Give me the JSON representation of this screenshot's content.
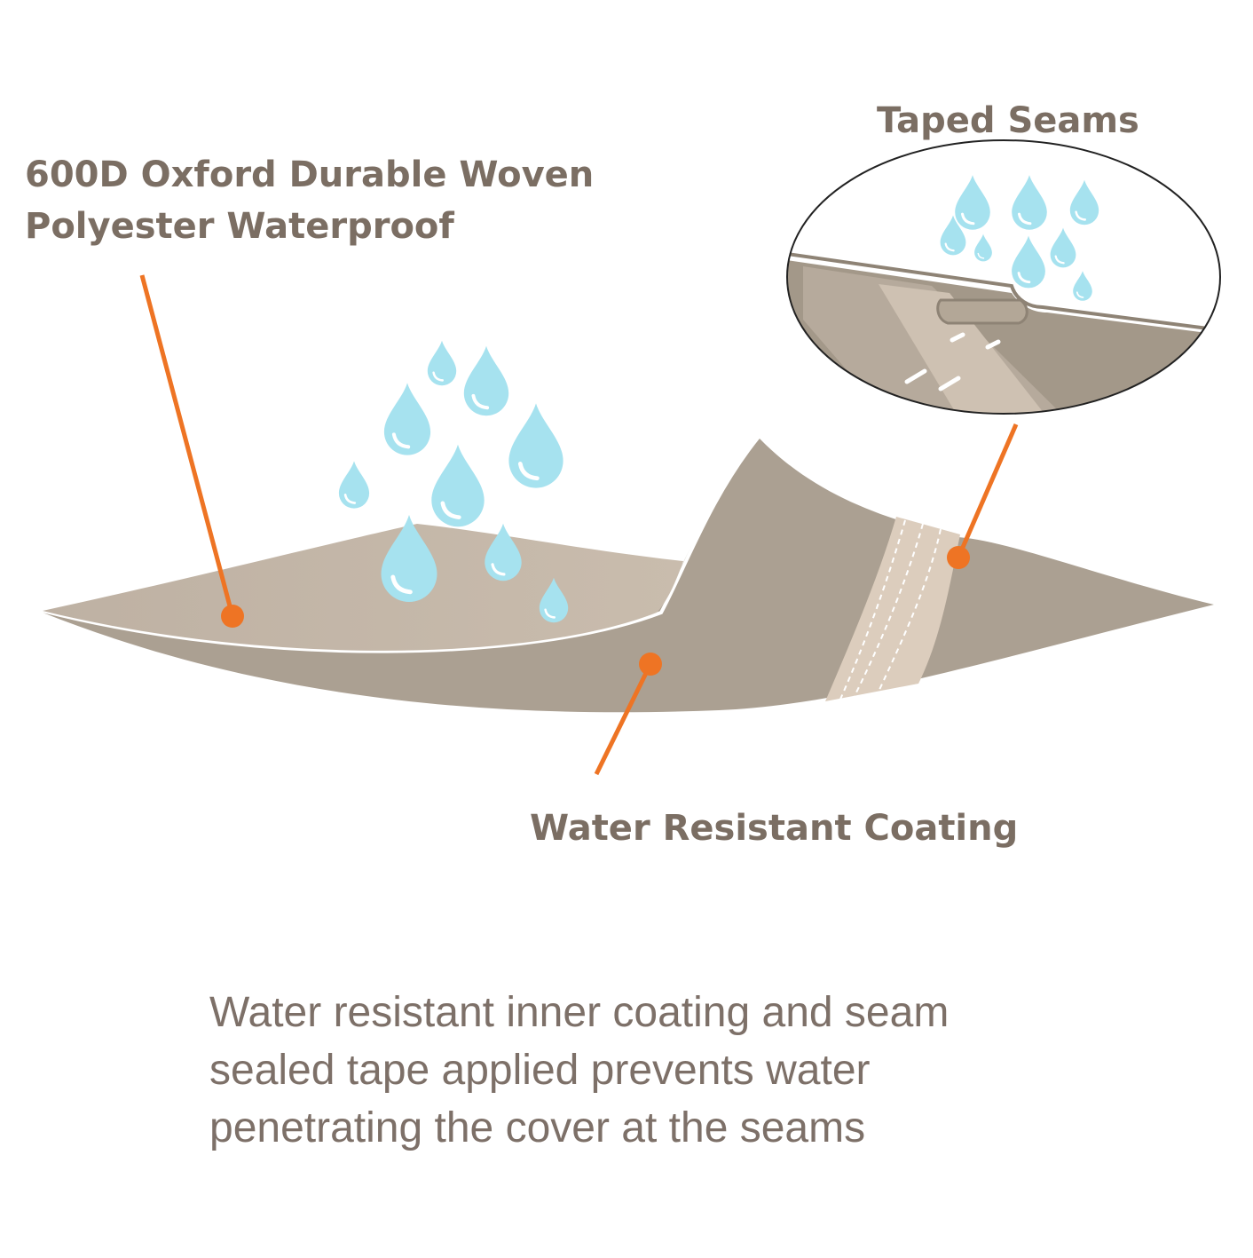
{
  "labels": {
    "fabric_line1": "600D Oxford Durable Woven",
    "fabric_line2": "Polyester Waterproof",
    "seams": "Taped Seams",
    "coating": "Water Resistant Coating"
  },
  "caption": {
    "line1": "Water resistant inner coating and seam",
    "line2": "sealed tape applied prevents water",
    "line3": "penetrating the cover at the seams"
  },
  "colors": {
    "label_text": "#7b6e63",
    "caption_text": "#7d7068",
    "pointer": "#ee7424",
    "water_drop": "#a6e2ef",
    "fabric_light": "#c4b7a9",
    "fabric_dark": "#ada294",
    "tape": "#dccdbd"
  }
}
